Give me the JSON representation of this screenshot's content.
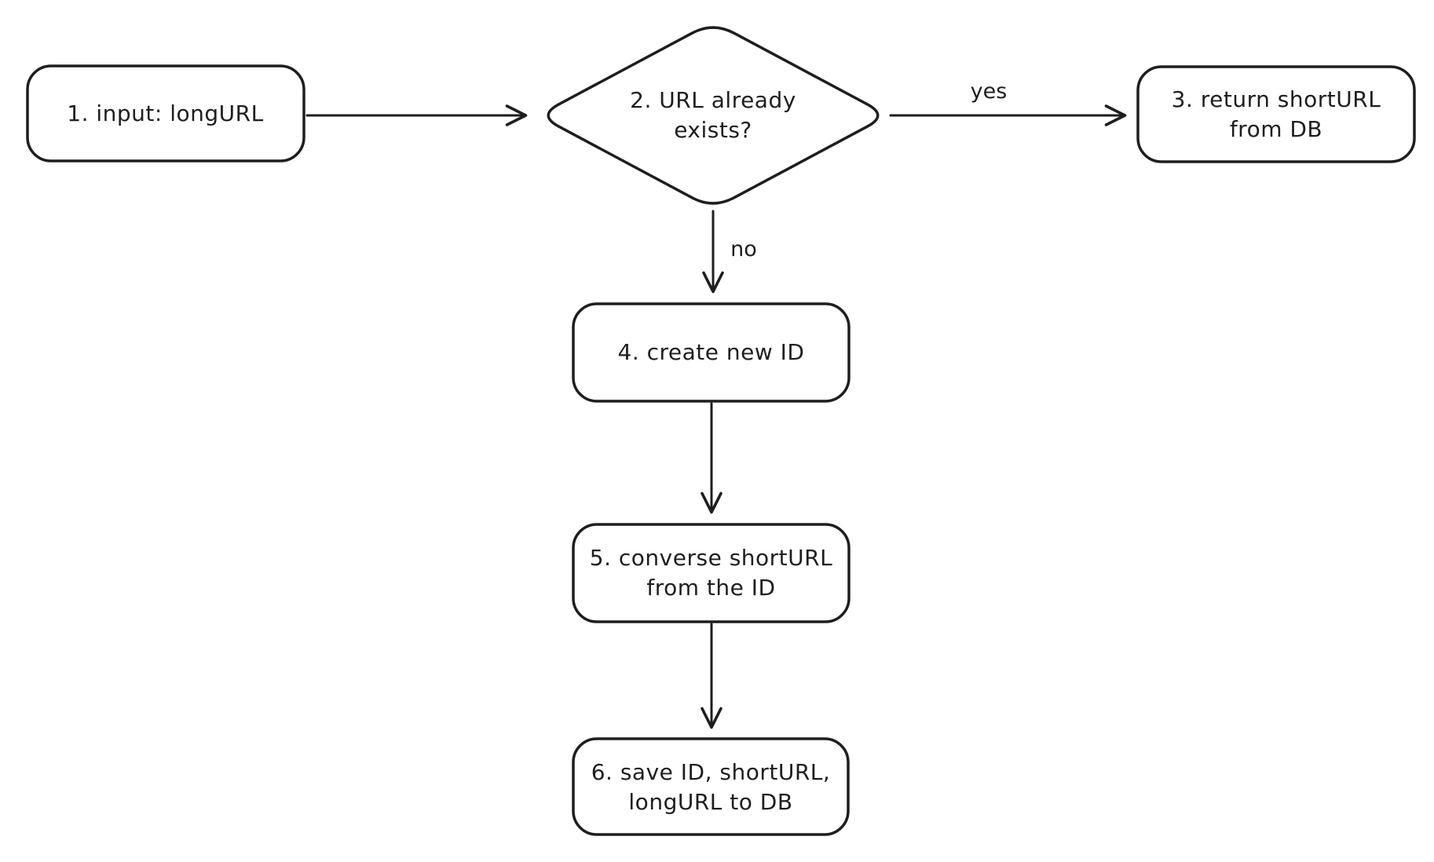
{
  "diagram": {
    "background_color": "#ffffff",
    "stroke_color": "#1e1e1e",
    "nodes": [
      {
        "id": "input",
        "type": "rounded-rect",
        "label": "1. input: longURL"
      },
      {
        "id": "url-exists",
        "type": "diamond",
        "label": "2. URL already\nexists?"
      },
      {
        "id": "return-shorturl",
        "type": "rounded-rect",
        "label": "3. return shortURL\nfrom DB"
      },
      {
        "id": "create-id",
        "type": "rounded-rect",
        "label": "4. create new ID"
      },
      {
        "id": "converse-shorturl",
        "type": "rounded-rect",
        "label": "5. converse shortURL\nfrom the ID"
      },
      {
        "id": "save-db",
        "type": "rounded-rect",
        "label": "6. save ID, shortURL,\nlongURL to DB"
      }
    ],
    "edges": [
      {
        "from": "input",
        "to": "url-exists",
        "label": ""
      },
      {
        "from": "url-exists",
        "to": "return-shorturl",
        "label": "yes"
      },
      {
        "from": "url-exists",
        "to": "create-id",
        "label": "no"
      },
      {
        "from": "create-id",
        "to": "converse-shorturl",
        "label": ""
      },
      {
        "from": "converse-shorturl",
        "to": "save-db",
        "label": ""
      }
    ]
  }
}
